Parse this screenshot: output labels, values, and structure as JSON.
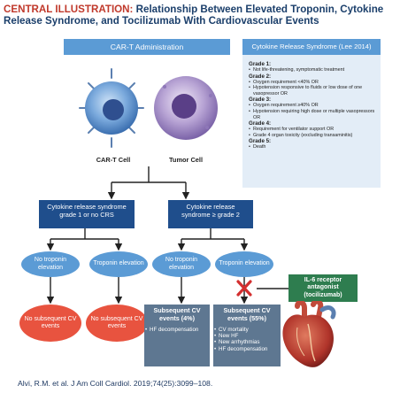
{
  "title": {
    "lead": "CENTRAL ILLUSTRATION:",
    "text": " Relationship Between Elevated Troponin, Cytokine Release Syndrome, and Tocilizumab With Cardiovascular Events"
  },
  "car_t": {
    "header": "CAR-T Administration",
    "cell_label": "CAR-T Cell",
    "tumor_label": "Tumor Cell"
  },
  "crs_panel": {
    "header": "Cytokine Release Syndrome (Lee 2014)",
    "grades": [
      {
        "label": "Grade 1:",
        "items": [
          "Not life-threatening, symptomatic treatment"
        ]
      },
      {
        "label": "Grade 2:",
        "items": [
          "Oxygen requirement <40% OR",
          "Hypotension responsive to fluids or low dose of one vasopressor OR"
        ]
      },
      {
        "label": "Grade 3:",
        "items": [
          "Oxygen requirement ≥40% OR",
          "Hypotension requiring high dose or multiple vasopressors OR"
        ]
      },
      {
        "label": "Grade 4:",
        "items": [
          "Requirement for ventilator support OR",
          "Grade 4 organ toxicity (excluding transaminitis)"
        ]
      },
      {
        "label": "Grade 5:",
        "items": [
          "Death"
        ]
      }
    ]
  },
  "flow": {
    "crs_low": "Cytokine release syndrome grade 1 or no CRS",
    "crs_high": "Cytokine release syndrome ≥ grade 2",
    "no_trop_1": "No troponin elevation",
    "trop_1": "Troponin elevation",
    "no_trop_2": "No troponin elevation",
    "trop_2": "Troponin elevation",
    "il6": "IL-6 receptor antagonist (tocilizumab)",
    "no_events_1": "No subsequent CV events",
    "no_events_2": "No subsequent CV events",
    "events_4": {
      "title": "Subsequent CV events (4%)",
      "items": [
        "HF decompensation"
      ]
    },
    "events_55": {
      "title": "Subsequent CV events (55%)",
      "items": [
        "CV mortality",
        "New HF",
        "New arrhythmias",
        "HF decompensation"
      ]
    }
  },
  "citation": "Alvi, R.M. et al. J Am Coll Cardiol. 2019;74(25):3099–108.",
  "colors": {
    "title_accent": "#c0392b",
    "title_text": "#1b3f6b",
    "header_blue": "#5b9bd5",
    "navy": "#1f4e8c",
    "oval_red": "#e8533f",
    "grey_box": "#5e7791",
    "green_box": "#2e7d4f",
    "cross_red": "#d32f2f"
  }
}
